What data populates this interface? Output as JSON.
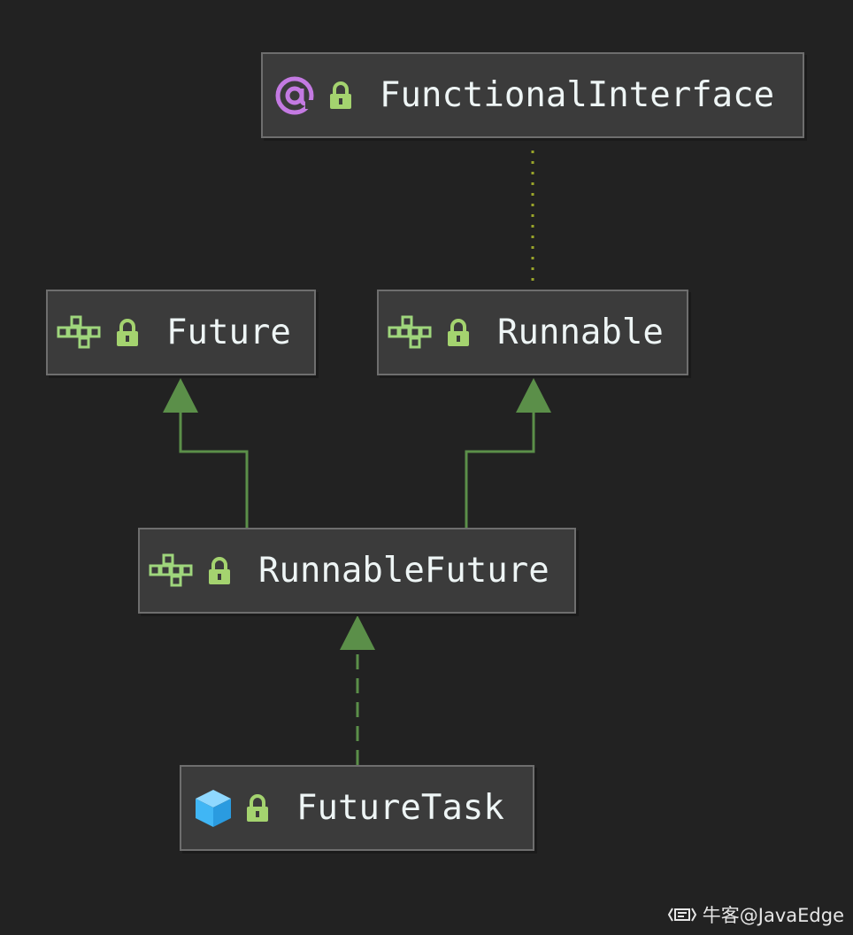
{
  "colors": {
    "background": "#222222",
    "node_fill": "#3b3b3b",
    "node_border": "#6e6e6e",
    "label_text": "#eef5f5",
    "edge_green": "#5b8f49",
    "dotted_edge": "#9aa52a",
    "interface_icon": "#9fd67c",
    "lock_icon": "#a4d36f",
    "annotation_icon": "#c47ae2",
    "class_icon": "#40b6f5"
  },
  "nodes": {
    "functional_interface": {
      "label": "FunctionalInterface",
      "icon": "at-sign-annotation-icon"
    },
    "future": {
      "label": "Future",
      "icon": "interface-icon"
    },
    "runnable": {
      "label": "Runnable",
      "icon": "interface-icon"
    },
    "runnable_future": {
      "label": "RunnableFuture",
      "icon": "interface-icon"
    },
    "future_task": {
      "label": "FutureTask",
      "icon": "class-cube-icon"
    }
  },
  "edges": [
    {
      "from": "runnable",
      "to": "functional_interface",
      "kind": "annotated-by",
      "style": "dotted"
    },
    {
      "from": "runnable_future",
      "to": "future",
      "kind": "extends",
      "style": "solid"
    },
    {
      "from": "runnable_future",
      "to": "runnable",
      "kind": "extends",
      "style": "solid"
    },
    {
      "from": "future_task",
      "to": "runnable_future",
      "kind": "implements",
      "style": "dashed"
    }
  ],
  "watermark": {
    "text": "牛客@JavaEdge"
  }
}
